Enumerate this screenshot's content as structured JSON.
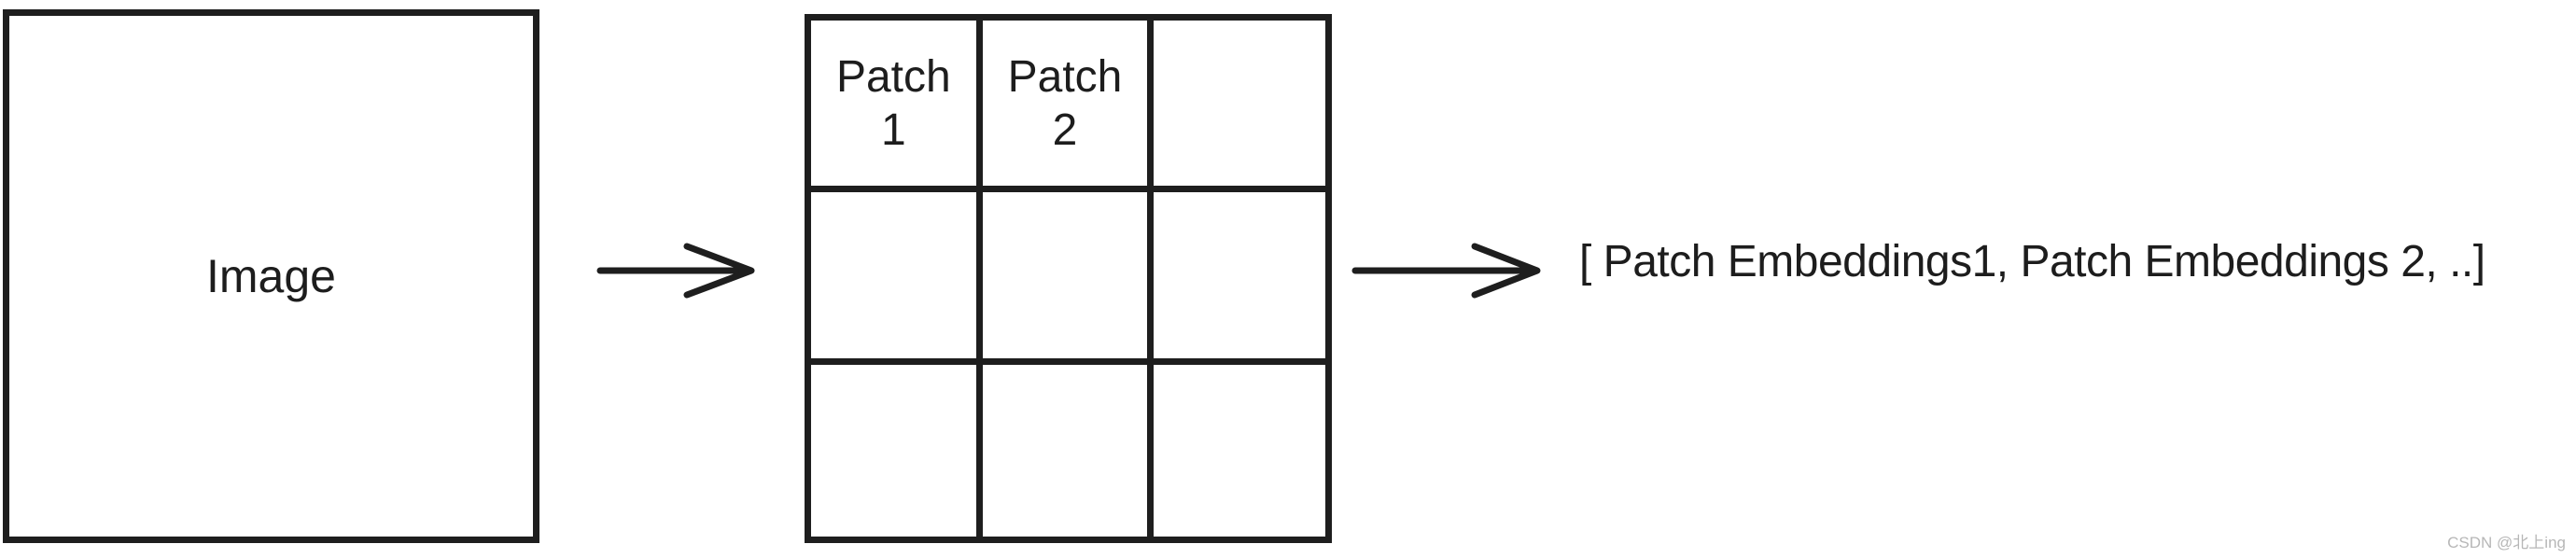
{
  "colors": {
    "line": "#1e1e1e",
    "text": "#1d1d1d",
    "watermark": "#b7b7b7",
    "background": "#ffffff"
  },
  "diagram": {
    "image_box": {
      "label": "Image"
    },
    "patch_grid": {
      "rows": 3,
      "cols": 3,
      "cells": [
        {
          "line1": "Patch",
          "line2": "1"
        },
        {
          "line1": "Patch",
          "line2": "2"
        },
        {
          "line1": "",
          "line2": ""
        },
        {
          "line1": "",
          "line2": ""
        },
        {
          "line1": "",
          "line2": ""
        },
        {
          "line1": "",
          "line2": ""
        },
        {
          "line1": "",
          "line2": ""
        },
        {
          "line1": "",
          "line2": ""
        },
        {
          "line1": "",
          "line2": ""
        }
      ]
    },
    "arrows": [
      {
        "name": "image-to-grid"
      },
      {
        "name": "grid-to-embeddings"
      }
    ],
    "output_text": "[ Patch Embeddings1, Patch Embeddings 2, ..]",
    "watermark": "CSDN @北上ing"
  }
}
